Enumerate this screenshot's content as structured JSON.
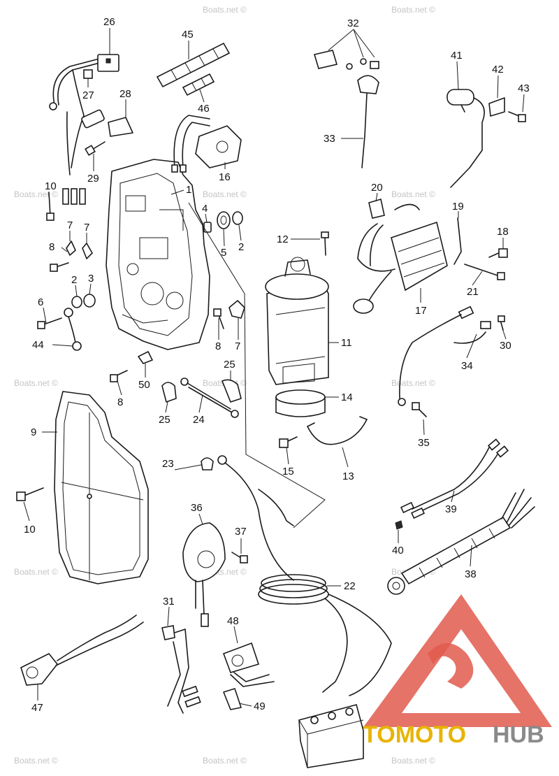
{
  "watermark": {
    "text": "Boats.net ©"
  },
  "brand": {
    "part1": "AUTOMOTO",
    "part2": "HUB",
    "color_primary": "#e05a4e",
    "color_secondary": "#8a8a8a"
  },
  "callouts": {
    "c1": "1",
    "c2": "2",
    "c3": "3",
    "c4": "4",
    "c5": "5",
    "c6": "6",
    "c7": "7",
    "c8": "8",
    "c9": "9",
    "c10": "10",
    "c11": "11",
    "c12": "12",
    "c13": "13",
    "c14": "14",
    "c15": "15",
    "c16": "16",
    "c17": "17",
    "c18": "18",
    "c19": "19",
    "c20": "20",
    "c21": "21",
    "c22": "22",
    "c23": "23",
    "c24": "24",
    "c25": "25",
    "c26": "26",
    "c27": "27",
    "c28": "28",
    "c29": "29",
    "c30": "30",
    "c31": "31",
    "c32": "32",
    "c33": "33",
    "c34": "34",
    "c35": "35",
    "c36": "36",
    "c37": "37",
    "c38": "38",
    "c39": "39",
    "c40": "40",
    "c41": "41",
    "c42": "42",
    "c43": "43",
    "c44": "44",
    "c45": "45",
    "c46": "46",
    "c47": "47",
    "c48": "48",
    "c49": "49",
    "c50": "50"
  }
}
